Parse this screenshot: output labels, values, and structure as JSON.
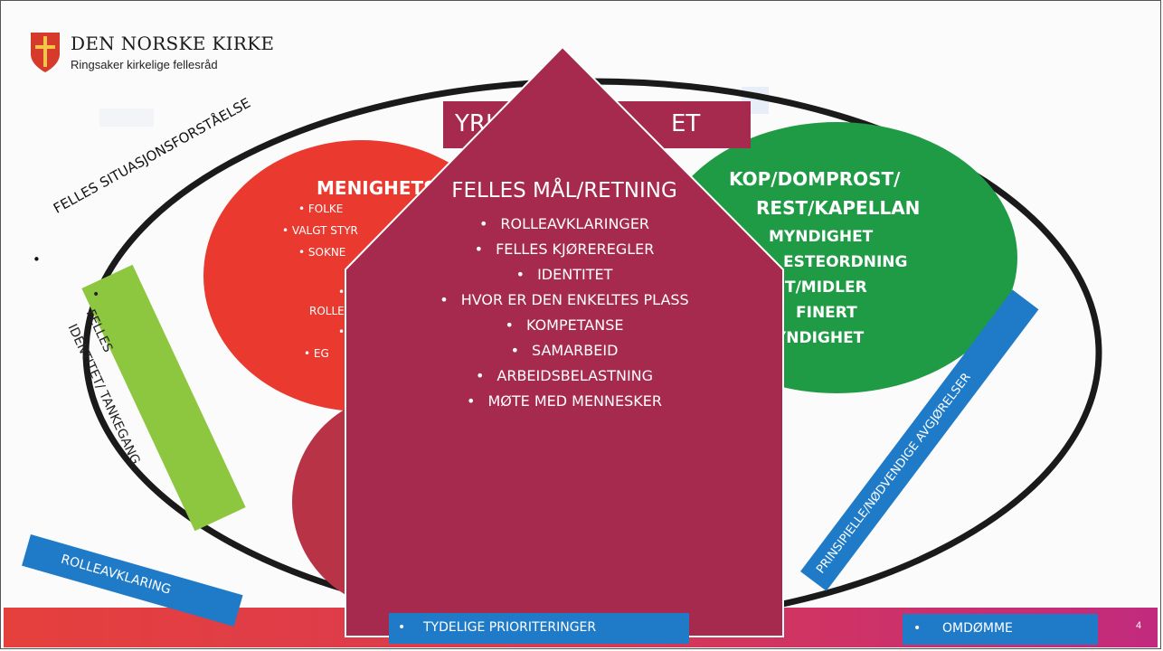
{
  "header": {
    "org_name": "DEN NORSKE KIRKE",
    "org_sub": "Ringsaker kirkelige fellesråd"
  },
  "arc_text": "FELLES SITUASJONSFORSTÅELSE",
  "arc_bullet": "•",
  "red_ellipse": {
    "title": "MENIGHETS",
    "lines": [
      "•      FOLKE",
      "•   VALGT STYR",
      "•      SOKNE",
      "•",
      "ROLLE",
      "•",
      "•      EG"
    ]
  },
  "green_ellipse": {
    "lines": [
      "KOP/DOMPROST/",
      "REST/KAPELLAN",
      "MYNDIGHET",
      "ESTEORDNING",
      "T/MIDLER",
      "FINERT",
      "MYNDIGHET"
    ]
  },
  "yrk_banner": "YRK",
  "yrk_banner_right": "ET",
  "house": {
    "title": "FELLES MÅL/RETNING",
    "bullet": "•",
    "items": [
      "ROLLEAVKLARINGER",
      "FELLES KJØREREGLER",
      "IDENTITET",
      "HVOR ER DEN ENKELTES PLASS",
      "KOMPETANSE",
      "SAMARBEID",
      "ARBEIDSBELASTNING",
      "MØTE MED MENNESKER"
    ]
  },
  "green_banner": {
    "bullet": "•",
    "line1": "FELLES",
    "line2": "IDENTITET/ TANKEGANG"
  },
  "blue_banners": {
    "rolleavklaring": "ROLLEAVKLARING",
    "tydelige": "TYDELIGE PRIORITERINGER",
    "omdomme": "OMDØMME",
    "prinsipielle": "PRINSIPIELLE/NØDVENDIGE AVGJØRELSER"
  },
  "slide_number": "4",
  "colors": {
    "red": "#ea3a2f",
    "green": "#1f9b45",
    "house": "#a52a4e",
    "lime": "#8dc63f",
    "blue": "#1f7bc8",
    "footer_left": "#e6403d",
    "footer_right": "#c22a7e"
  }
}
